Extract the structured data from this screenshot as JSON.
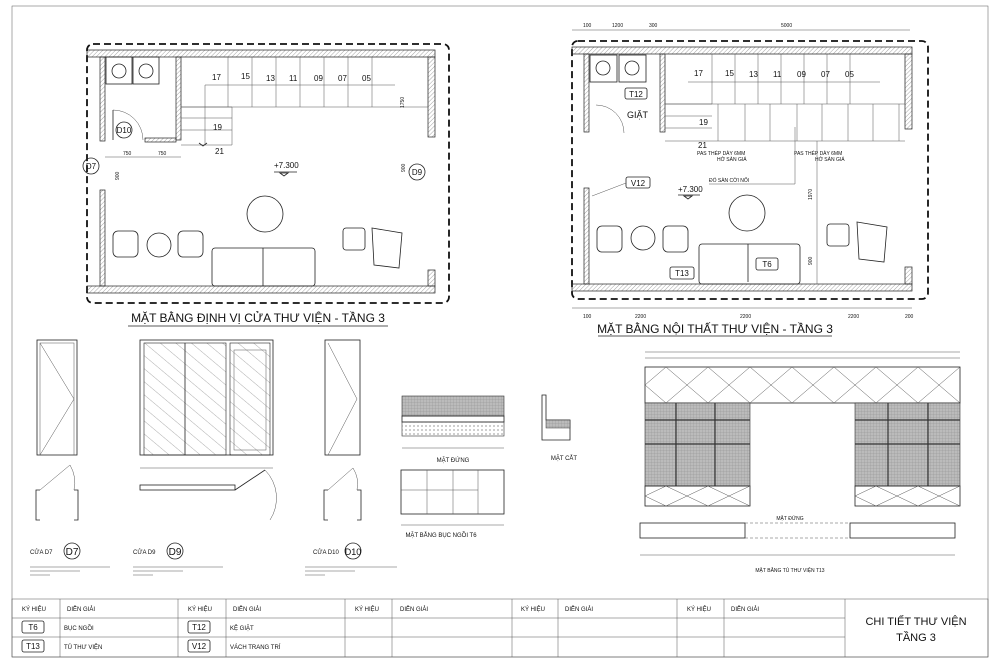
{
  "plan_left": {
    "title": "MẶT BẰNG ĐỊNH VỊ CỬA THƯ VIỆN - TẦNG 3",
    "stair_numbers": [
      "17",
      "15",
      "13",
      "11",
      "09",
      "07",
      "05"
    ],
    "stair_lower": [
      "19",
      "21"
    ],
    "level": "+7.300",
    "door_tags": [
      "D10",
      "D7",
      "D9"
    ],
    "dims": [
      "750",
      "750",
      "1750",
      "900",
      "900"
    ]
  },
  "plan_right": {
    "title": "MẶT BẰNG NỘI THẤT THƯ VIỆN - TẦNG 3",
    "stair_numbers": [
      "17",
      "15",
      "13",
      "11",
      "09",
      "07",
      "05"
    ],
    "stair_lower": [
      "19",
      "21"
    ],
    "level": "+7.300",
    "tags": [
      "T12",
      "V12",
      "T13",
      "T6"
    ],
    "room_label": "GIẶT",
    "notes": [
      "PAS THÉP DÀY 6MM",
      "HỞ SÀN GIÁ",
      "PAS THÉP DÀY 6MM",
      "HỞ SÀN GIÁ",
      "ĐỔ SÀN CỜI NỐI"
    ],
    "top_dims": [
      "100",
      "1200",
      "300",
      "5000"
    ],
    "bottom_dims": [
      "100",
      "2200",
      "2200",
      "2200",
      "200"
    ],
    "side_dims": [
      "1970",
      "900"
    ]
  },
  "doors": [
    {
      "label": "CỬA D7",
      "tag": "D7"
    },
    {
      "label": "CỬA D9",
      "tag": "D9"
    },
    {
      "label": "CỬA D10",
      "tag": "D10"
    }
  ],
  "sofa": {
    "elevation_label": "MẶT ĐỨNG",
    "section_label": "MẶT CẮT",
    "plan_label": "MẶT BẰNG BỤC NGỒI T6"
  },
  "bookshelf": {
    "elevation_label": "MẶT ĐỨNG",
    "plan_label": "MẶT BẰNG TỦ THƯ VIỆN T13"
  },
  "legend": {
    "header_symbol": "KÝ HIỆU",
    "header_desc": "DIỄN GIẢI",
    "rows": [
      [
        {
          "sym": "T6",
          "desc": "BỤC NGỒI"
        },
        {
          "sym": "T12",
          "desc": "KỆ GIẶT"
        }
      ],
      [
        {
          "sym": "T13",
          "desc": "TỦ THƯ VIỆN"
        },
        {
          "sym": "V12",
          "desc": "VÁCH TRANG TRÍ"
        }
      ]
    ]
  },
  "title_block": {
    "line1": "CHI TIẾT THƯ VIỆN",
    "line2": "TẦNG 3"
  }
}
